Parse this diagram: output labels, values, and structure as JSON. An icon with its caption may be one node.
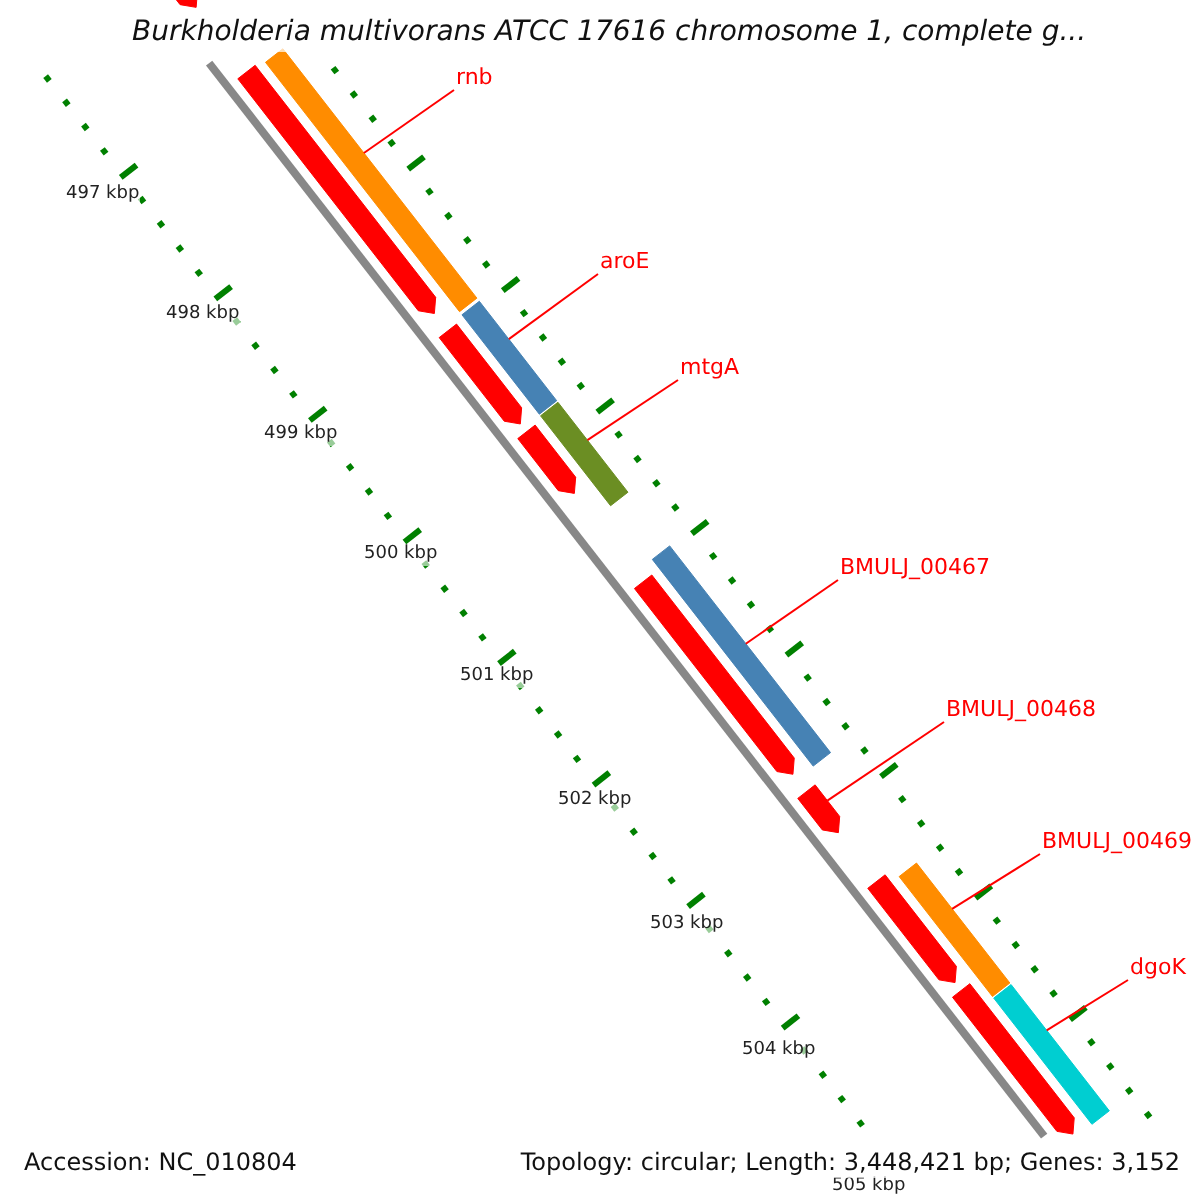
{
  "diagram": {
    "title": "Burkholderia multivorans ATCC 17616 chromosome 1, complete g...",
    "nodes": [
      {
        "text": [
          "rnb"
        ]
      },
      {
        "text": [
          "aroE"
        ]
      },
      {
        "text": [
          "mtgA"
        ]
      },
      {
        "text": [
          "BMULJ_00467"
        ]
      },
      {
        "text": [
          "BMULJ_00468"
        ]
      },
      {
        "text": [
          "BMULJ_00469"
        ]
      },
      {
        "text": [
          "dgoK"
        ]
      },
      {
        "text": [],
        "shape": "bar"
      },
      {
        "text": [],
        "shape": "bar"
      },
      {
        "text": [],
        "shape": "bar"
      },
      {
        "text": [],
        "shape": "bar"
      },
      {
        "text": [],
        "shape": "bar"
      },
      {
        "text": [],
        "shape": "bar"
      },
      {
        "text": [],
        "shape": "bar"
      },
      {
        "text": [],
        "shape": "bar"
      },
      {
        "text": [],
        "shape": "bar"
      },
      {
        "text": [],
        "shape": "bar"
      },
      {
        "text": [],
        "shape": "bar"
      },
      {
        "text": [],
        "shape": "bar"
      },
      {
        "text": [],
        "shape": "bar"
      },
      {
        "text": [],
        "shape": "bar"
      }
    ],
    "edges": [
      {
        "from": 0,
        "to": 8,
        "arrow": "none"
      },
      {
        "from": 1,
        "to": 10,
        "arrow": "none"
      },
      {
        "from": 2,
        "to": 12,
        "arrow": "none"
      },
      {
        "from": 3,
        "to": 14,
        "arrow": "none"
      },
      {
        "from": 4,
        "to": 16,
        "arrow": "none"
      },
      {
        "from": 5,
        "to": 18,
        "arrow": "none"
      },
      {
        "from": 6,
        "to": 19,
        "arrow": "none"
      }
    ],
    "labels": [
      "497 kbp",
      "498 kbp",
      "499 kbp",
      "500 kbp",
      "501 kbp",
      "502 kbp",
      "503 kbp",
      "504 kbp",
      "505 kbp",
      "Accession: NC_010804",
      "Topology: circular; Length: 3,448,421 bp; Genes: 3,152"
    ]
  }
}
